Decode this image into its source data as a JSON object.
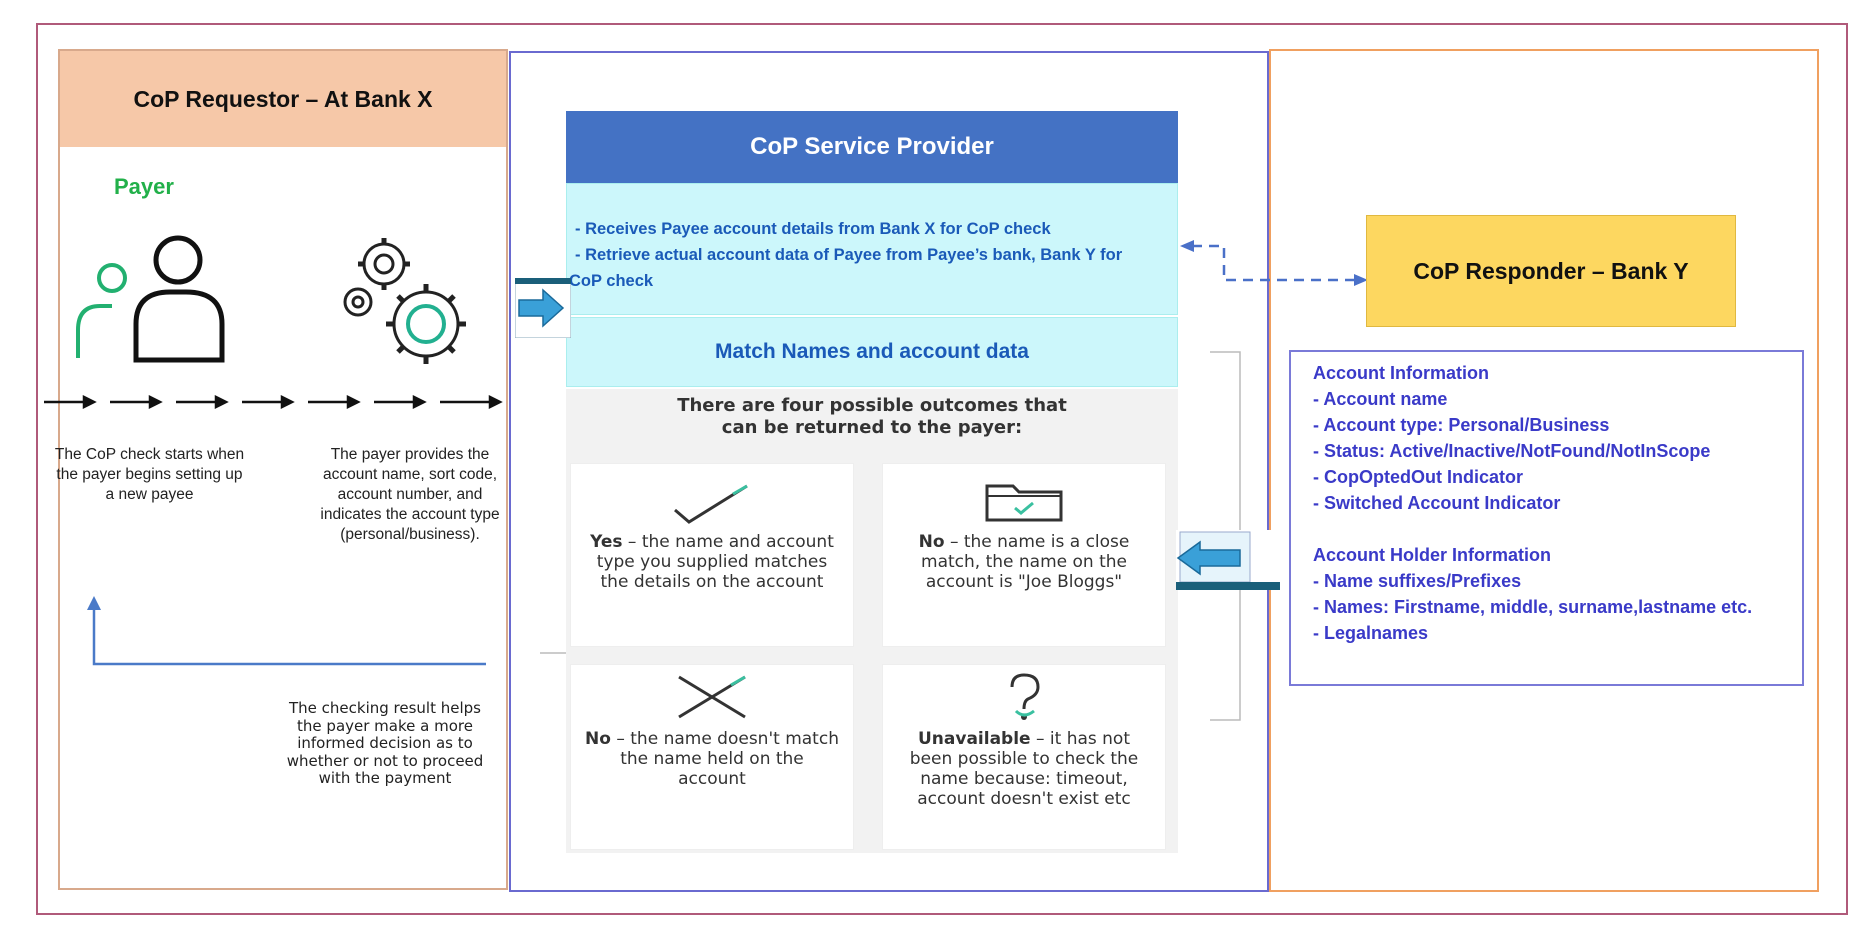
{
  "requestor": {
    "title": "CoP Requestor – At Bank X",
    "payer_label": "Payer",
    "step1_caption": "The CoP check starts when the payer begins setting up a new payee",
    "step2_caption": "The payer provides the account name, sort code, account number, and indicates the account type (personal/business).",
    "result_caption": "The checking result helps the payer make a more informed decision as to whether or not to proceed with the payment"
  },
  "service_provider": {
    "title": "CoP Service Provider",
    "desc_lines": [
      "- Receives Payee account details from Bank X for CoP check",
      "- Retrieve actual account data of Payee from Payee’s bank, Bank Y for",
      "CoP check"
    ],
    "match_title": "Match Names and account data",
    "outcomes_heading_line1": "There are four possible outcomes that",
    "outcomes_heading_line2": "can be returned to the payer:",
    "outcomes": [
      {
        "icon": "check-icon",
        "bold": "Yes",
        "text": " – the name and account type you supplied matches the details on the account"
      },
      {
        "icon": "folder-check-icon",
        "bold": "No",
        "text": " – the name is a close match, the name on the account is \"Joe Bloggs\""
      },
      {
        "icon": "cross-icon",
        "bold": "No",
        "text": " – the name doesn't match the name held on the account"
      },
      {
        "icon": "question-icon",
        "bold": "Unavailable",
        "text": " – it has not been possible to check the name because: timeout, account doesn't exist etc"
      }
    ]
  },
  "responder": {
    "title": "CoP Responder – Bank Y",
    "account_info": [
      "Account Information",
      "- Account name",
      "- Account type: Personal/Business",
      "- Status: Active/Inactive/NotFound/NotInScope",
      "- CopOptedOut Indicator",
      "- Switched Account Indicator"
    ],
    "holder_info": [
      "Account Holder Information",
      "- Name suffixes/Prefixes",
      "- Names: Firstname, middle, surname,lastname etc.",
      "- Legalnames"
    ]
  },
  "colors": {
    "requestor_header": "#f6c8a8",
    "provider_header": "#4472c4",
    "provider_body": "#ccf7fb",
    "responder_box": "#fdd760",
    "payer_green": "#22b04a",
    "info_text": "#3a3ac8"
  }
}
